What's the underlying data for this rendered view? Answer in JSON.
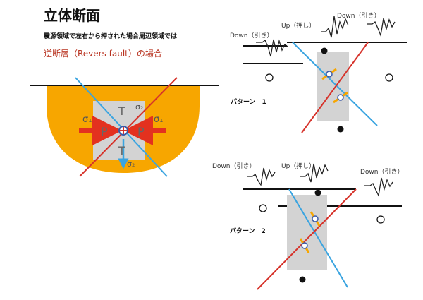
{
  "title": "立体断面",
  "subtitle": "震源領域で左右から押された場合周辺領域では",
  "fault_case": "逆断層（Revers fault）の場合",
  "stress": {
    "sigma1": "σ₁",
    "sigma2": "σ₂",
    "P": "P",
    "T": "T"
  },
  "pattern1": {
    "label": "パターン　1",
    "down_left": "Down（引き）",
    "up": "Up（押し）",
    "down_right": "Down（引き）"
  },
  "pattern2": {
    "label": "パターン　2",
    "down_left": "Down（引き）",
    "up": "Up（押し）",
    "down_right": "Down（引き）"
  },
  "colors": {
    "orange": "#f7a600",
    "blue_fault": "#3aa4e0",
    "red_fault": "#d6322a",
    "gray_block": "#d3d3d3",
    "arrow_red": "#e3311f"
  }
}
